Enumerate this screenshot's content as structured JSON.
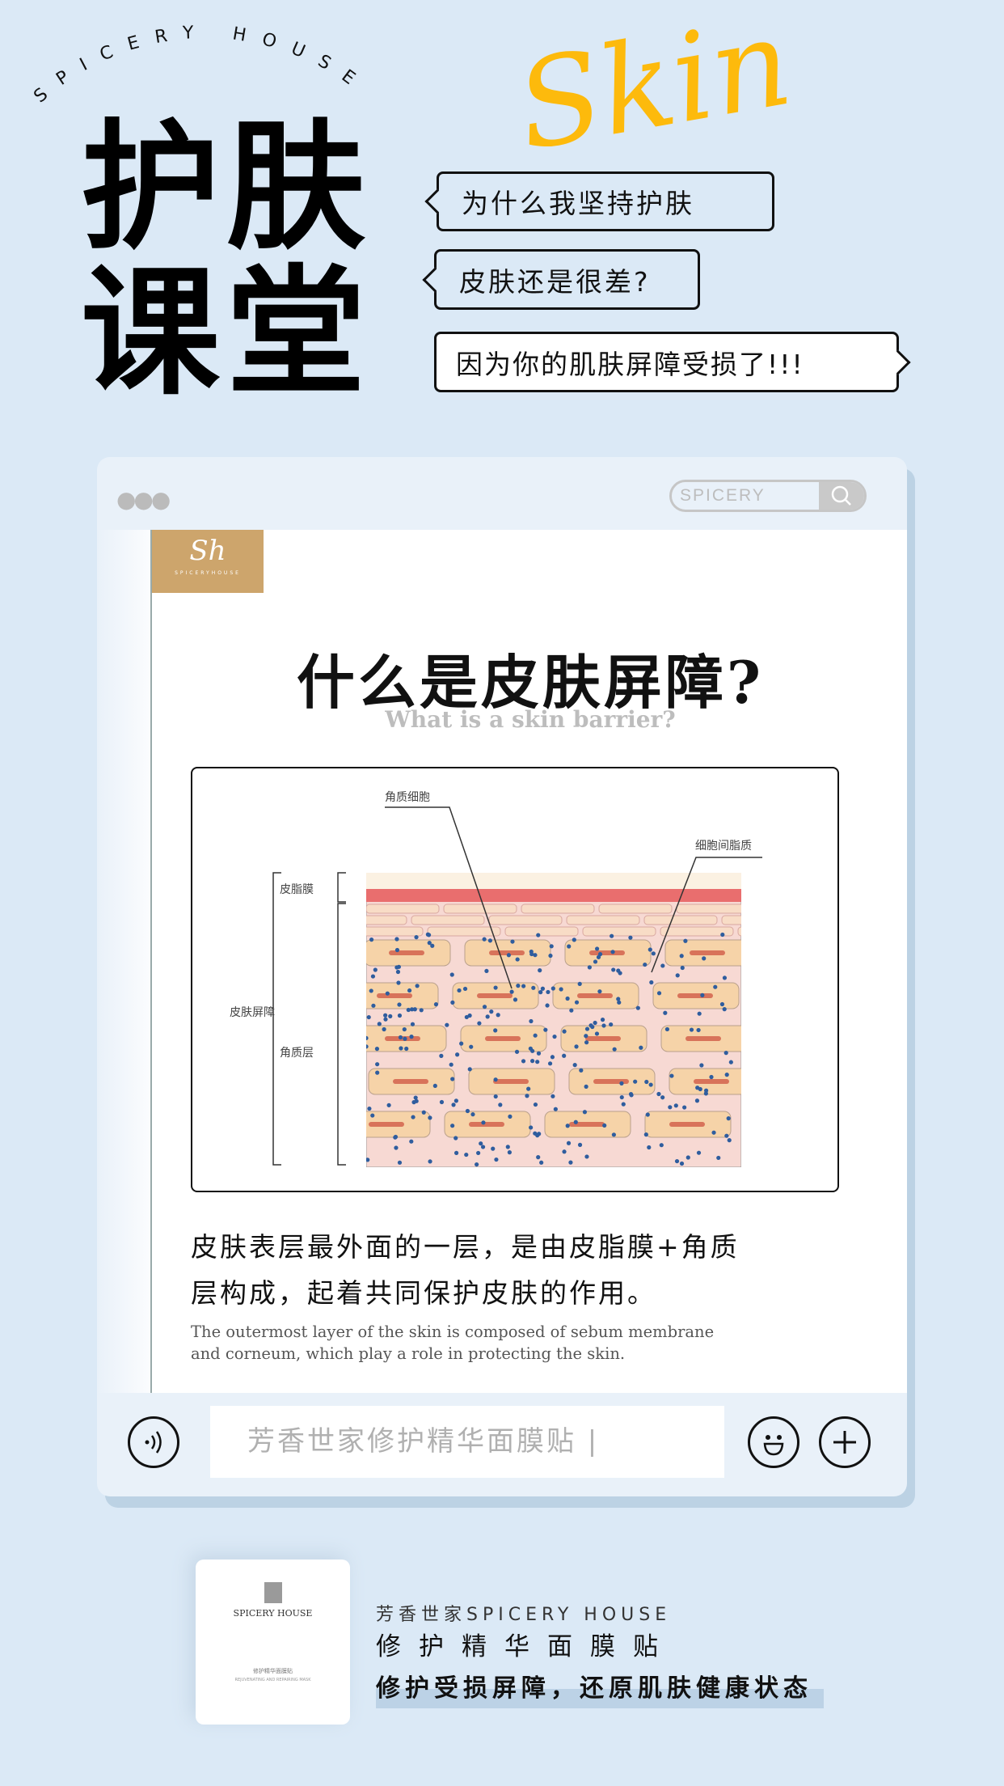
{
  "header": {
    "arc_text": "SPICERY HOUSE",
    "title_chars": [
      "护",
      "肤",
      "课",
      "堂"
    ],
    "script_word": "Skin"
  },
  "bubbles": [
    {
      "text": "为什么我坚持护肤"
    },
    {
      "text": "皮肤还是很差?"
    },
    {
      "text": "因为你的肌肤屏障受损了!!!"
    }
  ],
  "browser": {
    "search_text": "SPICERY HOUSE",
    "logo_mark": "Sh",
    "logo_text": "SPICERYHOUSE",
    "title": "什么是皮肤屏障?",
    "subtitle": "What is a skin barrier?",
    "diagram": {
      "label_cells": "角质细胞",
      "label_lipids": "细胞间脂质",
      "label_sebum": "皮脂膜",
      "label_barrier": "皮肤屏障",
      "label_stratum": "角质层"
    },
    "body_cn": [
      "皮肤表层最外面的一层，是由皮脂膜+角质",
      "层构成，起着共同保护皮肤的作用。"
    ],
    "body_en": [
      "The outermost layer of the skin is composed of sebum membrane",
      "and corneum, which play a role in protecting the skin."
    ],
    "input_value": "芳香世家修护精华面膜贴 |"
  },
  "product": {
    "package_brand": "SPICERY HOUSE",
    "package_name": "修护精华面膜贴",
    "package_en": "REJUVENATING AND REPAIRING MASK",
    "line1": "芳香世家SPICERY HOUSE",
    "line2": "修护精华面膜贴",
    "line3": "修护受损屏障，还原肌肤健康状态"
  },
  "colors": {
    "background": "#dbe9f6",
    "accent_yellow": "#ffb800",
    "logo_gold": "#cda56c",
    "highlight": "#bcd2e6"
  }
}
